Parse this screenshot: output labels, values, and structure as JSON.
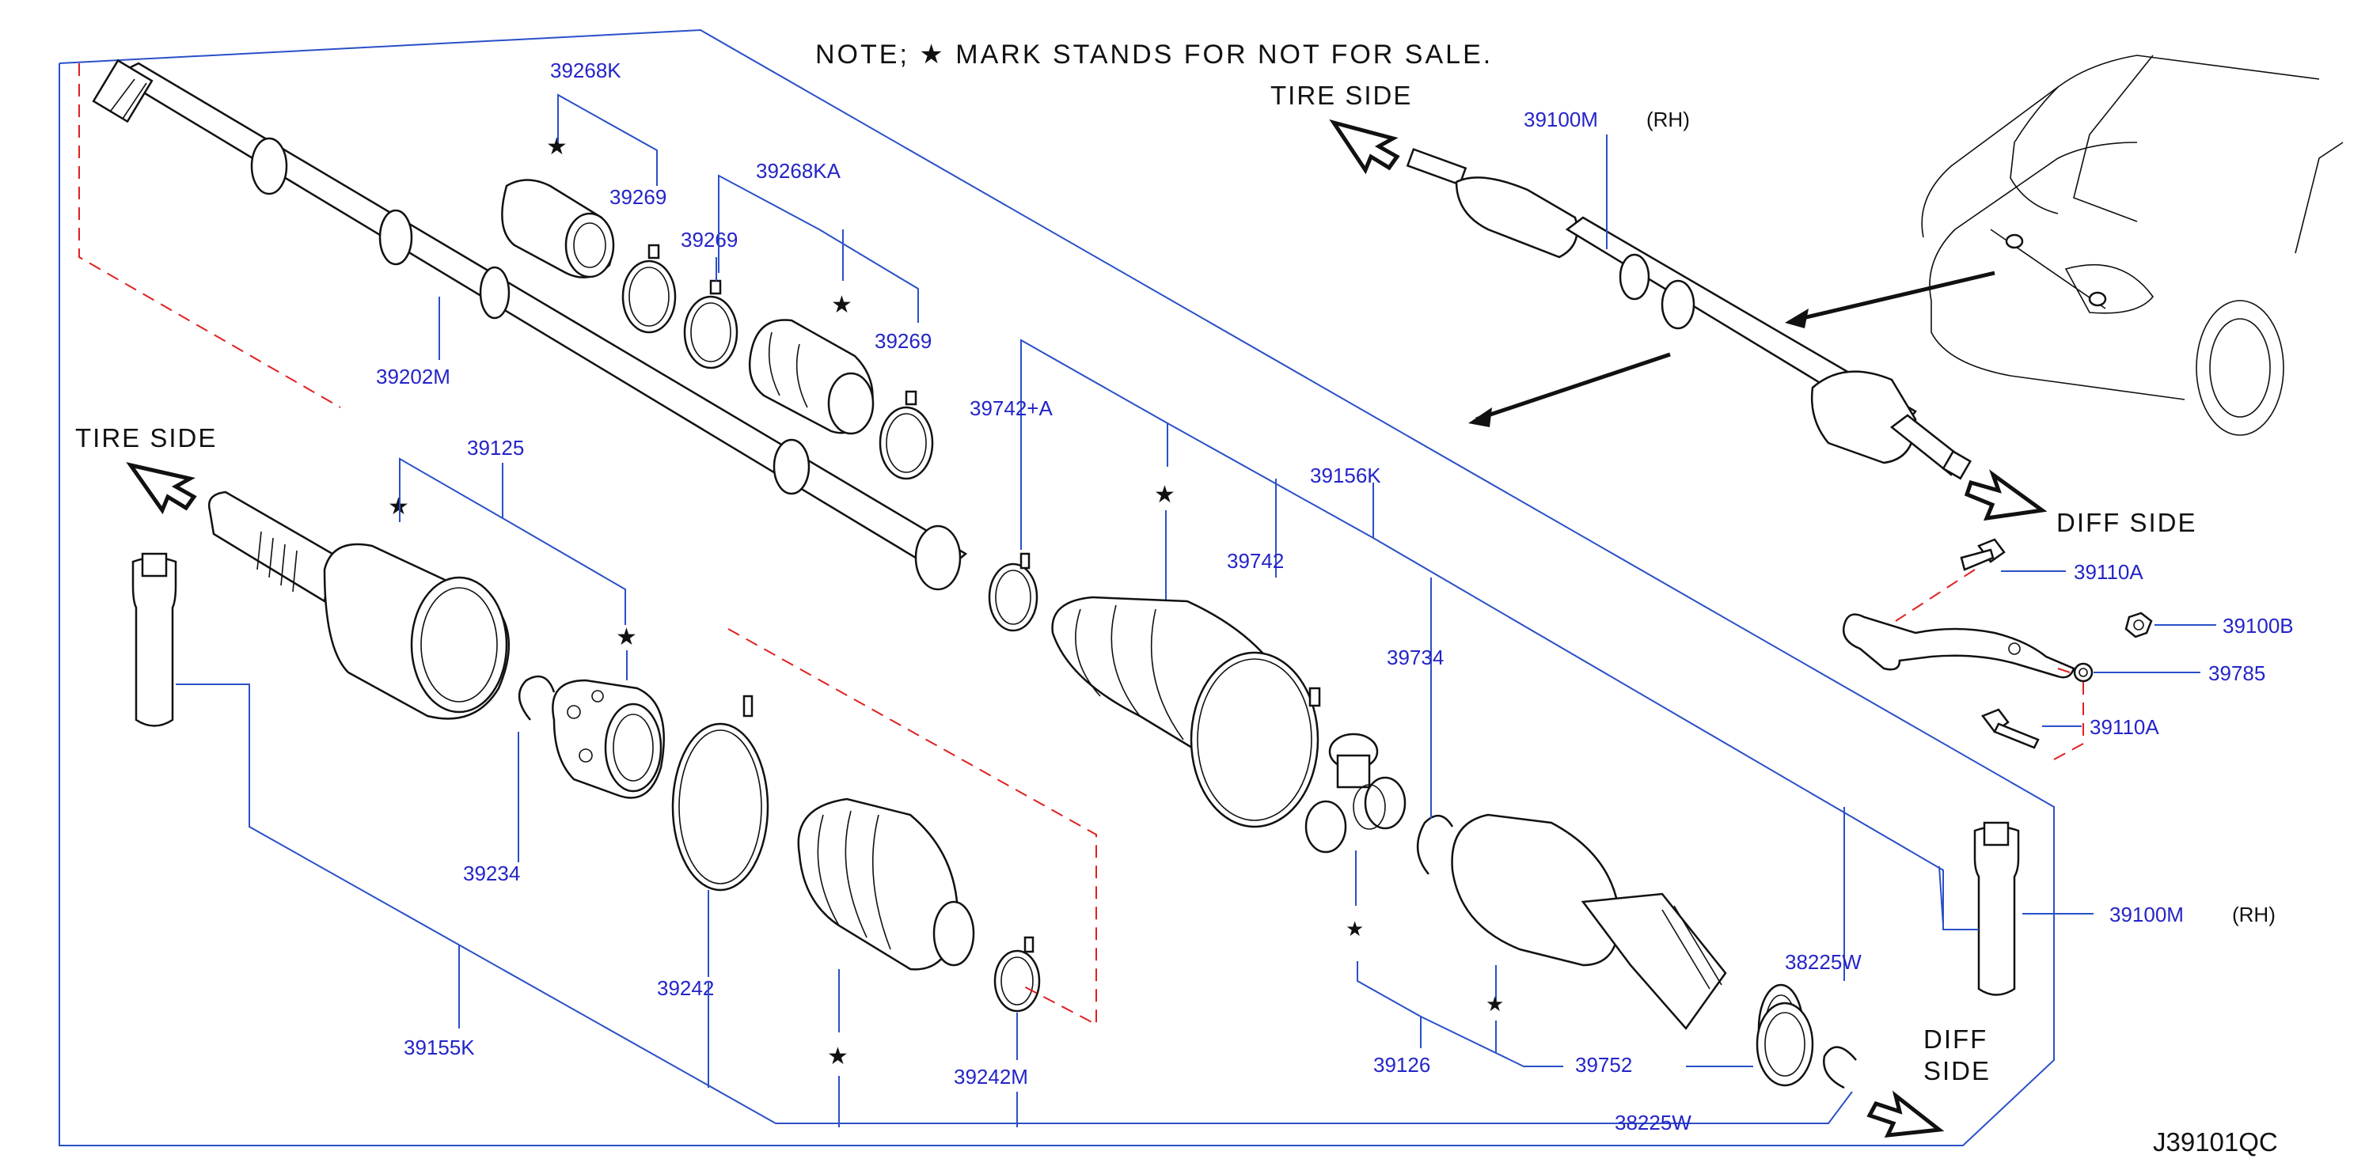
{
  "diagram": {
    "note": "NOTE; ★ MARK STANDS FOR NOT FOR SALE.",
    "code": "J39101QC",
    "direction_labels": {
      "tire_side_top": "TIRE  SIDE",
      "tire_side_left": "TIRE  SIDE",
      "diff_side_right": "DIFF  SIDE",
      "diff_side_bottom_line1": "DIFF",
      "diff_side_bottom_line2": "SIDE"
    },
    "suffix_rh": "(RH)",
    "star_symbol": "★",
    "part_numbers": {
      "p39268K": "39268K",
      "p39269_a": "39269",
      "p39269_b": "39269",
      "p39269_c": "39269",
      "p39268KA": "39268KA",
      "p39202M": "39202M",
      "p39125": "39125",
      "p39234": "39234",
      "p39242": "39242",
      "p39155K": "39155K",
      "p39242M": "39242M",
      "p39742A": "39742+A",
      "p39742": "39742",
      "p39156K": "39156K",
      "p39734": "39734",
      "p39126": "39126",
      "p39752": "39752",
      "p38225W_a": "38225W",
      "p38225W_b": "38225W",
      "p39100M_top": "39100M",
      "p39100M_right": "39100M",
      "p39110A_a": "39110A",
      "p39100B": "39100B",
      "p39785": "39785",
      "p39110A_b": "39110A"
    },
    "colors": {
      "part_number_text": "#2424c8",
      "leader_lines": "#2a50c8",
      "reference_dashes": "#e02020",
      "line_art": "#111111"
    }
  }
}
